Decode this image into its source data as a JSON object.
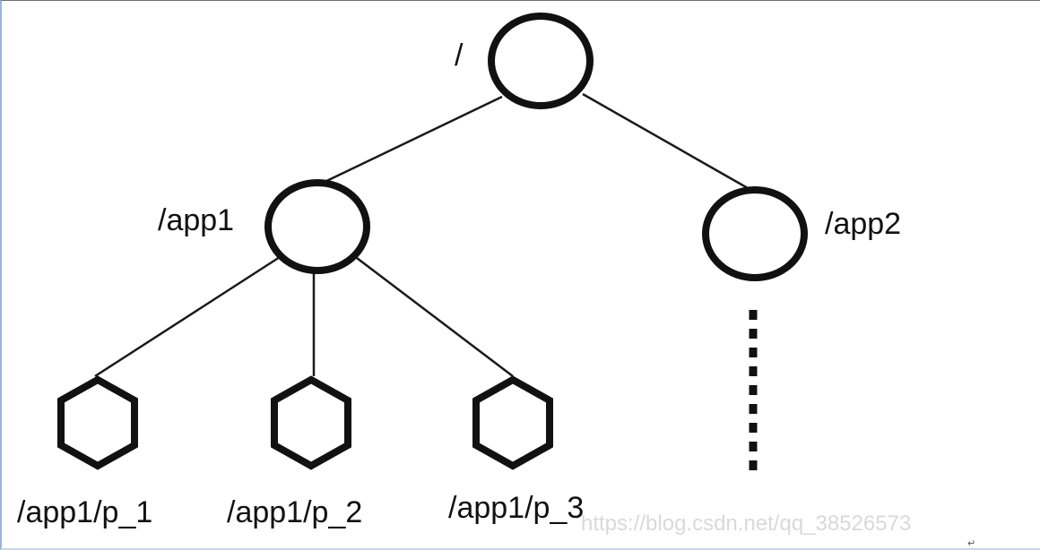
{
  "diagram": {
    "nodes": {
      "root": {
        "label": "/",
        "shape": "circle"
      },
      "app1": {
        "label": "/app1",
        "shape": "circle"
      },
      "app2": {
        "label": "/app2",
        "shape": "circle"
      },
      "p1": {
        "label": "/app1/p_1",
        "shape": "hexagon"
      },
      "p2": {
        "label": "/app1/p_2",
        "shape": "hexagon"
      },
      "p3": {
        "label": "/app1/p_3",
        "shape": "hexagon"
      }
    },
    "edges": [
      {
        "from": "/",
        "to": "/app1"
      },
      {
        "from": "/",
        "to": "/app2"
      },
      {
        "from": "/app1",
        "to": "/app1/p_1"
      },
      {
        "from": "/app1",
        "to": "/app1/p_2"
      },
      {
        "from": "/app1",
        "to": "/app1/p_3"
      }
    ],
    "continuation": {
      "under": "/app2",
      "style": "dotted"
    }
  },
  "watermark": "https://blog.csdn.net/qq_38526573",
  "paragraph_mark": "↵"
}
